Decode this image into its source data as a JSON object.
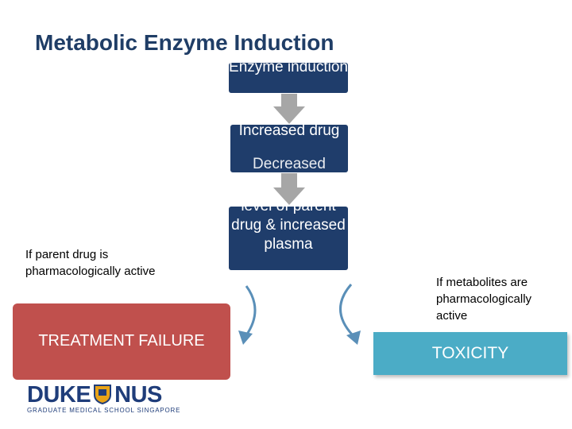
{
  "slide": {
    "title": "Metabolic Enzyme Induction"
  },
  "flow": {
    "box1": "Enzyme induction",
    "box2": "Increased drug",
    "box2_overlap": "Decreased",
    "box3": "level of parent drug & increased plasma"
  },
  "branches": {
    "left_condition": "If parent drug is pharmacologically active",
    "left_outcome": "TREATMENT FAILURE",
    "right_condition": "If metabolites are pharmacologically active",
    "right_outcome": "TOXICITY"
  },
  "logo": {
    "wordmark_left": "DUKE",
    "wordmark_right": "NUS",
    "subtitle": "GRADUATE MEDICAL SCHOOL SINGAPORE"
  },
  "colors": {
    "navy": "#1f3d6b",
    "red": "#c0504d",
    "teal": "#4bacc6",
    "arrow_gray": "#a6a6a6"
  }
}
